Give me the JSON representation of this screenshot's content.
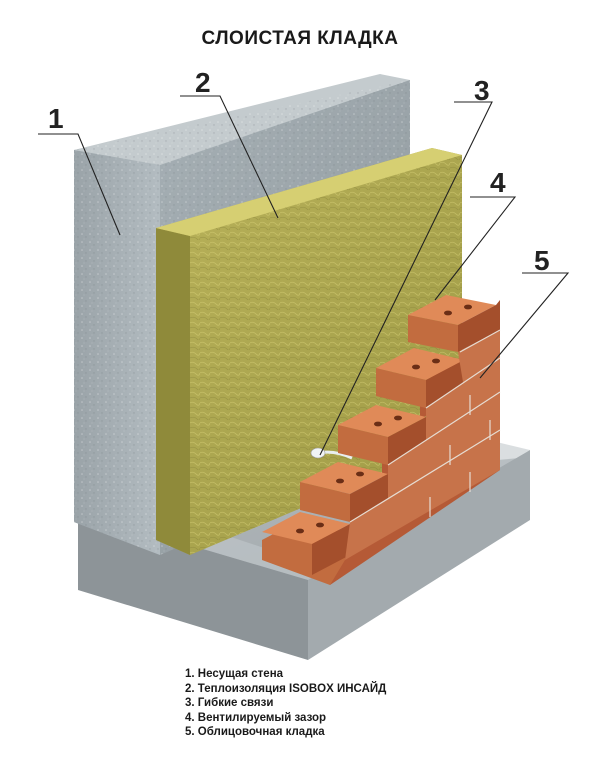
{
  "title": "СЛОИСТАЯ КЛАДКА",
  "callouts": [
    "1",
    "2",
    "3",
    "4",
    "5"
  ],
  "legend": [
    "1. Несущая стена",
    "2. Теплоизоляция  ISOBOX ИНСАЙД",
    "3. Гибкие связи",
    "4. Вентилируемый  зазор",
    "5. Облицовочная кладка"
  ]
}
